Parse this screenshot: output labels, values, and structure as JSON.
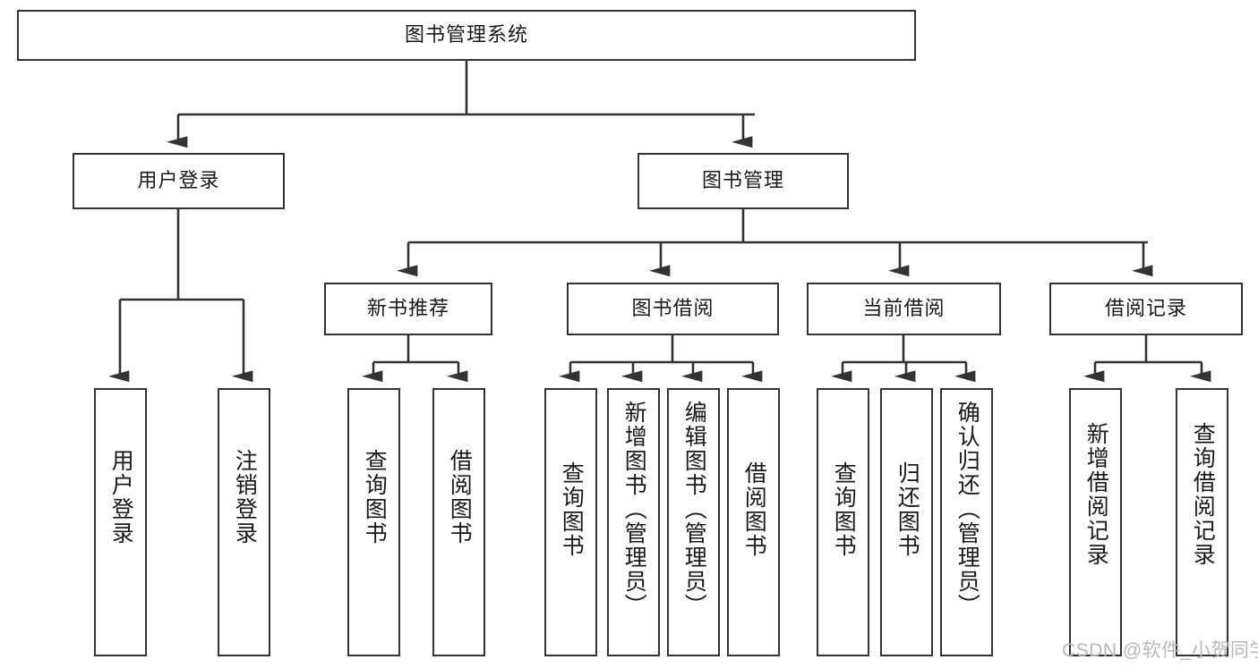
{
  "diagram": {
    "title": "图书管理系统",
    "type": "tree-hierarchy-diagram",
    "root": {
      "id": "root",
      "label": "图书管理系统"
    },
    "level2": [
      {
        "id": "user-login",
        "label": "用户登录"
      },
      {
        "id": "book-management",
        "label": "图书管理"
      }
    ],
    "level3": [
      {
        "id": "new-book-recommend",
        "label": "新书推荐"
      },
      {
        "id": "book-borrow",
        "label": "图书借阅"
      },
      {
        "id": "current-borrow",
        "label": "当前借阅"
      },
      {
        "id": "borrow-record",
        "label": "借阅记录"
      }
    ],
    "leaves": [
      {
        "id": "leaf-user-login",
        "label": "用户登录"
      },
      {
        "id": "leaf-logout-login",
        "label": "注销登录"
      },
      {
        "id": "leaf-query-book-1",
        "label": "查询图书"
      },
      {
        "id": "leaf-borrow-book-1",
        "label": "借阅图书"
      },
      {
        "id": "leaf-query-book-2",
        "label": "查询图书"
      },
      {
        "id": "leaf-add-book-admin",
        "label": "新增图书（管理员）"
      },
      {
        "id": "leaf-edit-book-admin",
        "label": "编辑图书（管理员）"
      },
      {
        "id": "leaf-borrow-book-2",
        "label": "借阅图书"
      },
      {
        "id": "leaf-query-book-3",
        "label": "查询图书"
      },
      {
        "id": "leaf-return-book",
        "label": "归还图书"
      },
      {
        "id": "leaf-confirm-return-admin",
        "label": "确认归还（管理员）"
      },
      {
        "id": "leaf-add-borrow-record",
        "label": "新增借阅记录"
      },
      {
        "id": "leaf-query-borrow-record",
        "label": "查询借阅记录"
      }
    ],
    "colors": {
      "border": "#333333",
      "background": "#ffffff",
      "text": "#1a1a1a",
      "edge": "#333333",
      "watermark": "#b9b9b9"
    }
  },
  "watermark": {
    "text": "CSDN @软件_小贺同学"
  }
}
